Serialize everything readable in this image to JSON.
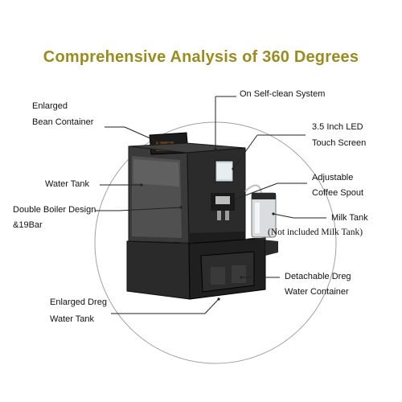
{
  "title": "Comprehensive Analysis of 360 Degrees",
  "colors": {
    "title": "#9a8c1f",
    "machine_body": "#2d2d2d",
    "machine_dark": "#161616",
    "annotation_line": "#222222",
    "circle_outline": "#9a9a9a"
  },
  "labels": {
    "self_clean": "On Self-clean System",
    "bean_container_line1": "Enlarged",
    "bean_container_line2": "Bean Container",
    "touch_screen_line1": "3.5 Inch LED",
    "touch_screen_line2": "Touch Screen",
    "water_tank": "Water Tank",
    "coffee_spout_line1": "Adjustable",
    "coffee_spout_line2": "Coffee Spout",
    "double_boiler_line1": "Double Boiler Design",
    "double_boiler_line2": "&19Bar",
    "milk_tank": "Milk Tank",
    "milk_tank_note": "(Not included Milk Tank)",
    "dreg_container_line1": "Detachable Dreg",
    "dreg_container_line2": "Water Container",
    "dreg_tank_line1": "Enlarged Dreg",
    "dreg_tank_line2": "Water Tank"
  }
}
